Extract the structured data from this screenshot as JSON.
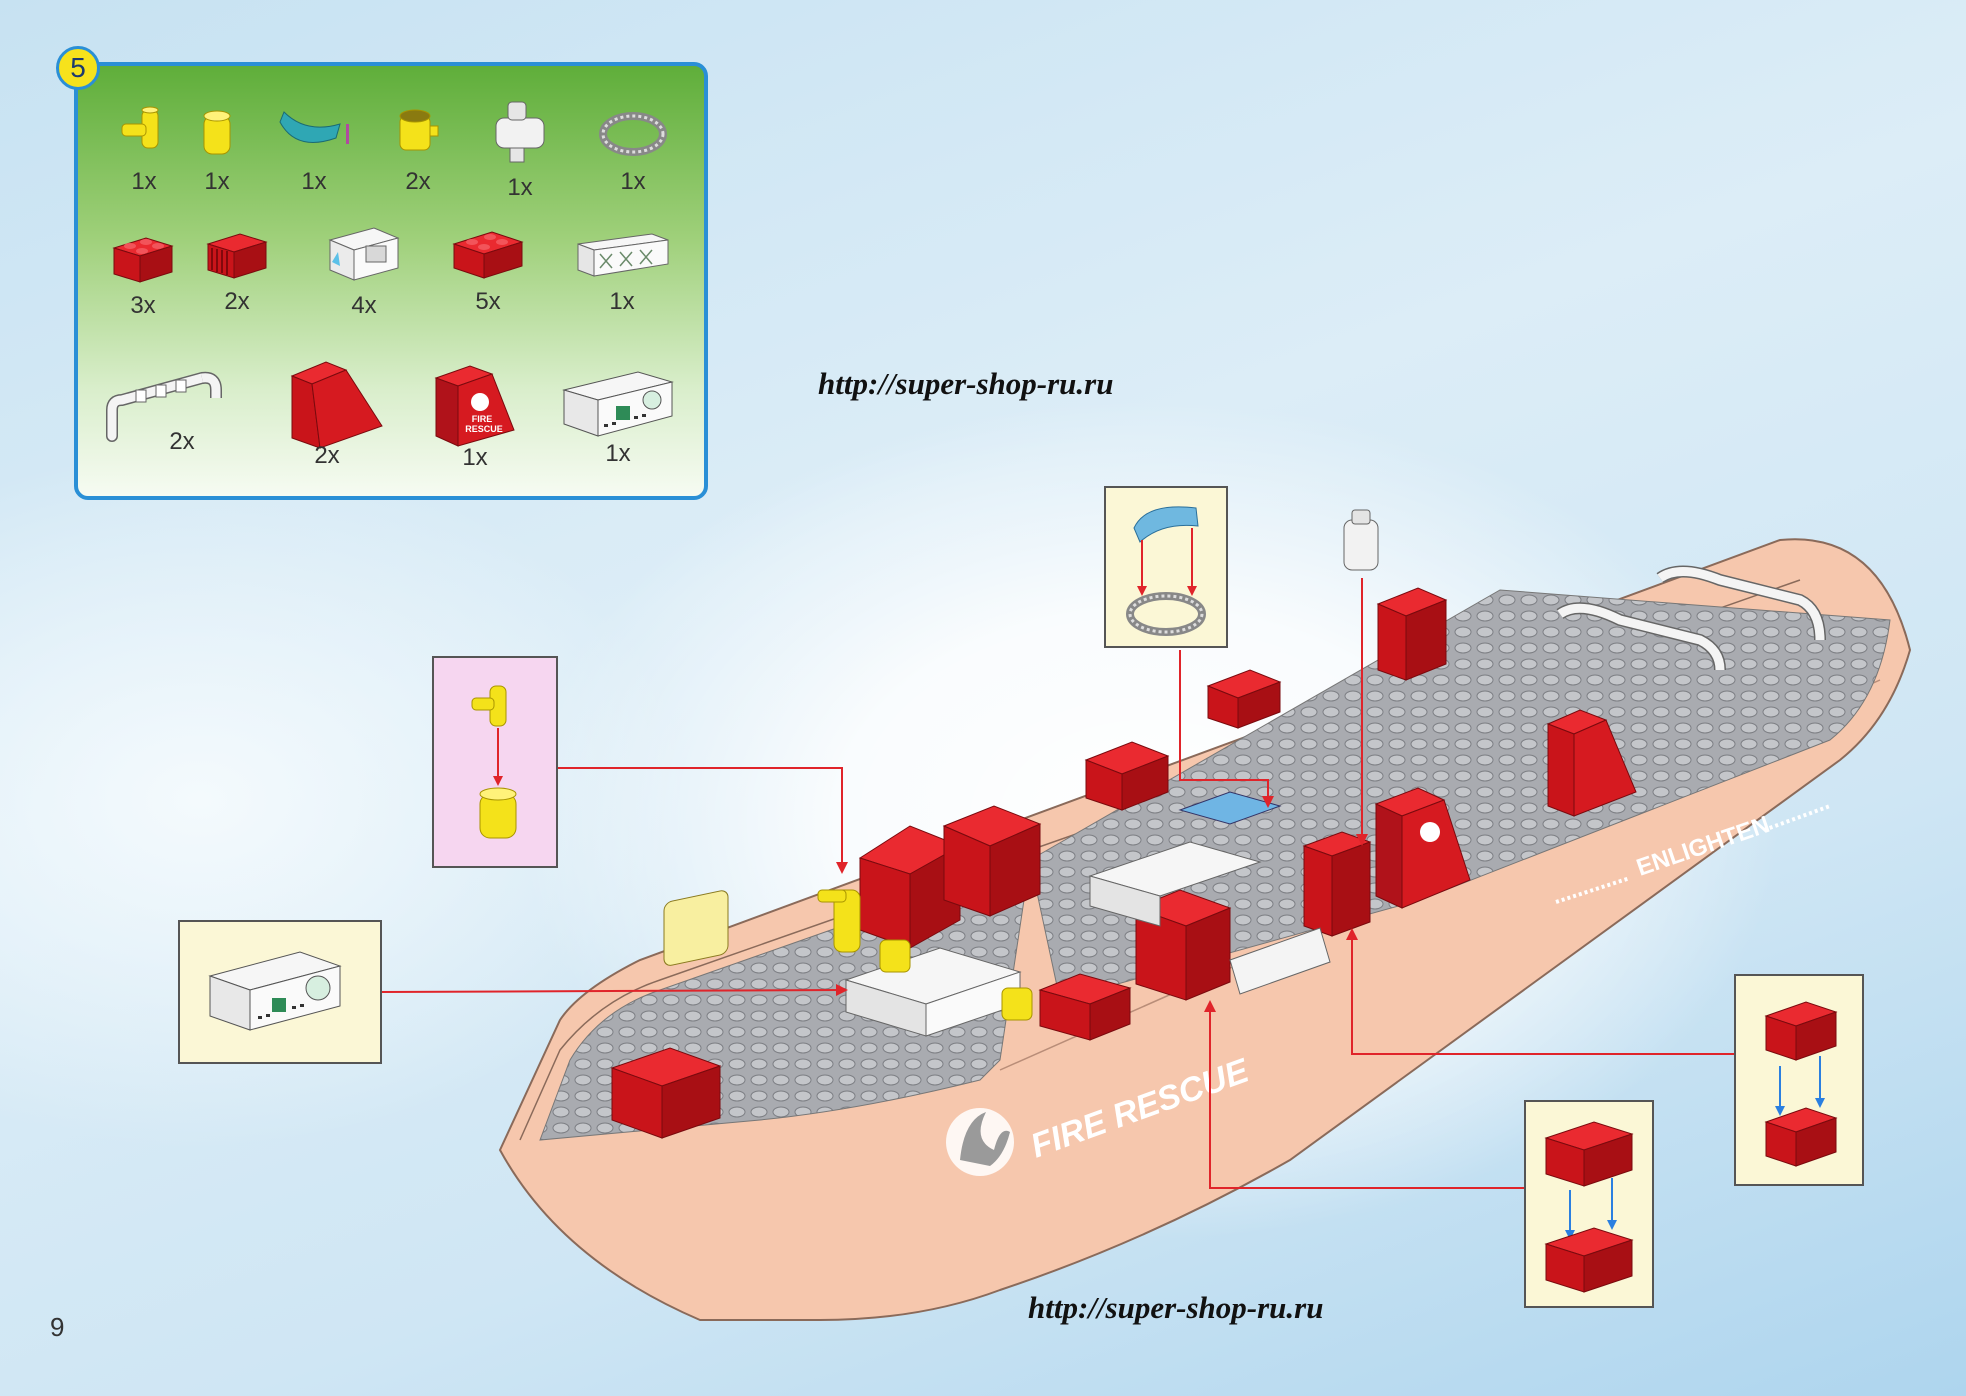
{
  "step_number": "5",
  "parts": [
    {
      "name": "yellow-tap-piece",
      "qty": "1x"
    },
    {
      "name": "yellow-round-brick",
      "qty": "1x"
    },
    {
      "name": "teal-windscreen",
      "qty": "1x"
    },
    {
      "name": "yellow-cup-piece",
      "qty": "2x"
    },
    {
      "name": "white-tank-piece",
      "qty": "1x"
    },
    {
      "name": "grey-hose-ring",
      "qty": "1x"
    },
    {
      "name": "red-2x2-brick",
      "qty": "3x"
    },
    {
      "name": "red-grille-brick",
      "qty": "2x"
    },
    {
      "name": "white-panel-window",
      "qty": "4x"
    },
    {
      "name": "red-2x3-brick",
      "qty": "5x"
    },
    {
      "name": "white-fence-panel",
      "qty": "1x"
    },
    {
      "name": "white-pipe-railing",
      "qty": "2x"
    },
    {
      "name": "red-slope-brick",
      "qty": "2x"
    },
    {
      "name": "red-fire-rescue-slope",
      "qty": "1x"
    },
    {
      "name": "white-control-panel",
      "qty": "1x"
    }
  ],
  "watermark_text": "http://super-shop-ru.ru",
  "hull_decal_main": "FIRE RESCUE",
  "hull_decal_side": "ENLIGHTEN",
  "decal_fire_rescue_small": [
    "FIRE",
    "RESCUE"
  ],
  "page_number": "9",
  "colors": {
    "accent_blue": "#2a8fd6",
    "brick_red": "#d4141c",
    "hull_peach": "#f7c9b0",
    "deck_grey": "#a9abb0",
    "panel_green": "#5fae3a",
    "pointer_red": "#e0242a"
  }
}
